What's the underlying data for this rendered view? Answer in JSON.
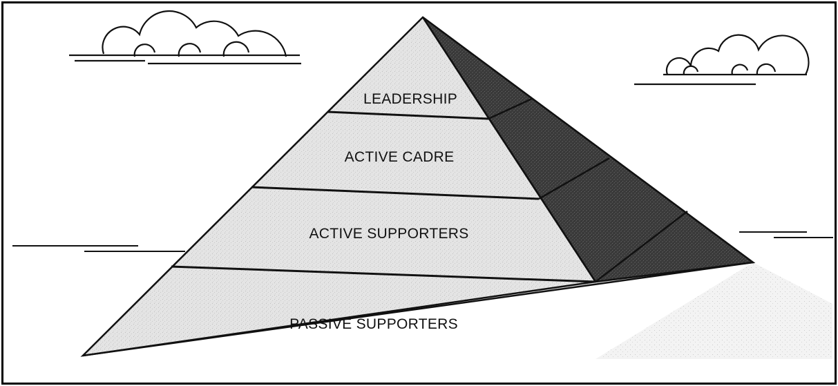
{
  "diagram": {
    "type": "pyramid",
    "layers": [
      {
        "label": "LEADERSHIP"
      },
      {
        "label": "ACTIVE CADRE"
      },
      {
        "label": "ACTIVE SUPPORTERS"
      },
      {
        "label": "PASSIVE SUPPORTERS"
      }
    ],
    "colors": {
      "frame": "#000000",
      "front_face": "#e6e6e6",
      "side_face": "#3e3e3e",
      "shadow": "#dcdcdc",
      "stroke": "#111111"
    }
  }
}
